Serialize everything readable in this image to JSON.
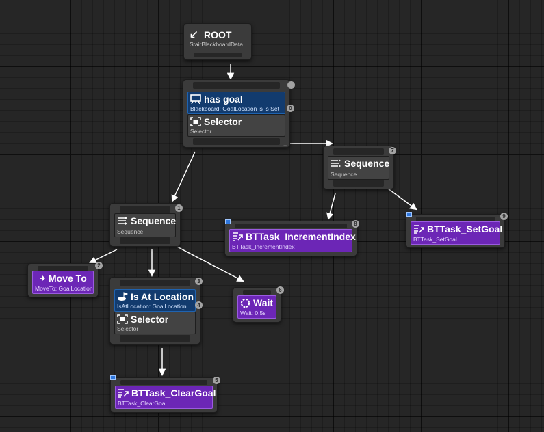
{
  "root": {
    "title": "ROOT",
    "subtitle": "StairBlackboardData"
  },
  "nodes": {
    "has_goal": {
      "title": "has goal",
      "subtitle": "Blackboard: GoalLocation is Is Set",
      "badge": "0"
    },
    "selector_top": {
      "title": "Selector",
      "subtitle": "Selector"
    },
    "seq_right": {
      "title": "Sequence",
      "subtitle": "Sequence",
      "badge": "7"
    },
    "seq_left": {
      "title": "Sequence",
      "subtitle": "Sequence",
      "badge": "1"
    },
    "increment": {
      "title": "BTTask_IncrementIndex",
      "subtitle": "BTTask_IncrementIndex",
      "badge": "8"
    },
    "setgoal": {
      "title": "BTTask_SetGoal",
      "subtitle": "BTTask_SetGoal",
      "badge": "9"
    },
    "moveto": {
      "title": "Move To",
      "subtitle": "MoveTo: GoalLocation",
      "badge": "2"
    },
    "isatloc": {
      "title": "Is At Location",
      "subtitle": "IsAtLocation: GoalLocation",
      "badge3": "3",
      "badge4": "4"
    },
    "selector_mid": {
      "title": "Selector",
      "subtitle": "Selector"
    },
    "wait": {
      "title": "Wait",
      "subtitle": "Wait: 0.5s",
      "badge": "6"
    },
    "cleargoal": {
      "title": "BTTask_ClearGoal",
      "subtitle": "BTTask_ClearGoal",
      "badge": "5"
    }
  },
  "colors": {
    "task": "#6c26b6",
    "decorator": "#123b6e",
    "composite": "#434343",
    "wire": "#ffffff"
  }
}
